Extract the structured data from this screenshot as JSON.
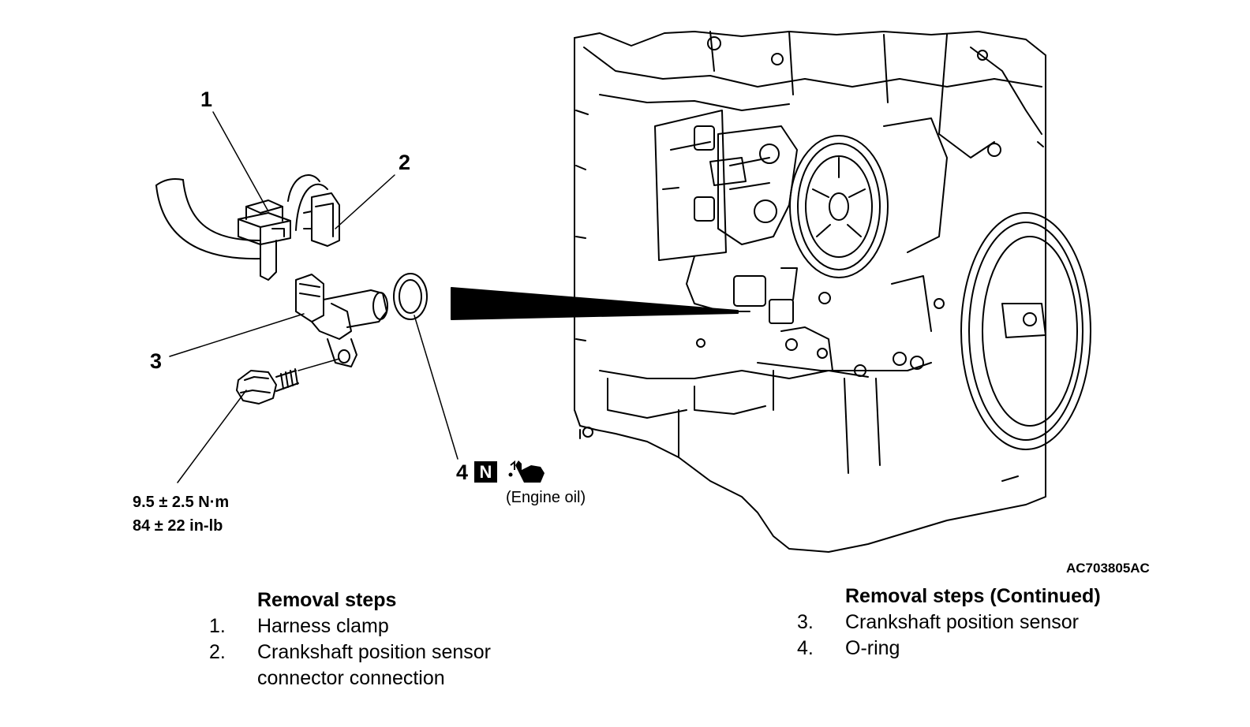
{
  "callouts": {
    "c1": "1",
    "c2": "2",
    "c3": "3",
    "c4": "4"
  },
  "badge_n": "N",
  "torque": {
    "metric": "9.5 ± 2.5 N·m",
    "imperial": "84 ± 22 in-lb"
  },
  "lubricant": "(Engine oil)",
  "figure_code": "AC703805AC",
  "removal_steps": {
    "heading": "Removal steps",
    "items": [
      {
        "num": "1.",
        "text": "Harness clamp"
      },
      {
        "num": "2.",
        "text": "Crankshaft position sensor"
      },
      {
        "num": "",
        "text": "connector connection"
      }
    ]
  },
  "removal_steps_continued": {
    "heading": "Removal steps (Continued)",
    "items": [
      {
        "num": "3.",
        "text": "Crankshaft position sensor"
      },
      {
        "num": "4.",
        "text": "O-ring"
      }
    ]
  },
  "icons": [
    "oil-can-icon",
    "n-badge"
  ],
  "colors": {
    "line": "#000000",
    "background": "#ffffff"
  }
}
